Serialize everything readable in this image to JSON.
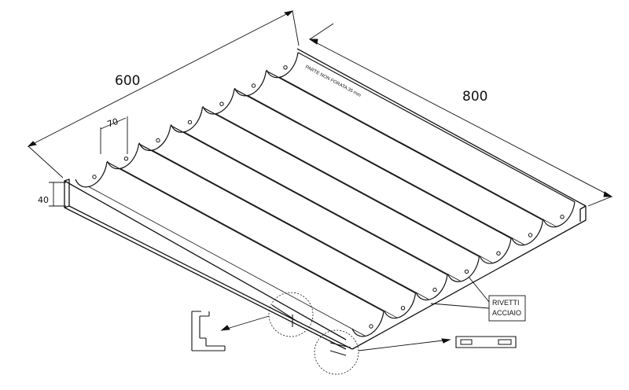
{
  "dimensions": {
    "width": "600",
    "length": "800",
    "groove_pitch": "70",
    "height": "40"
  },
  "notes": {
    "unperforated": "PARTE NON FORATA 35 mm"
  },
  "callouts": {
    "rivets_line1": "RIVETTI",
    "rivets_line2": "ACCIAIO"
  }
}
